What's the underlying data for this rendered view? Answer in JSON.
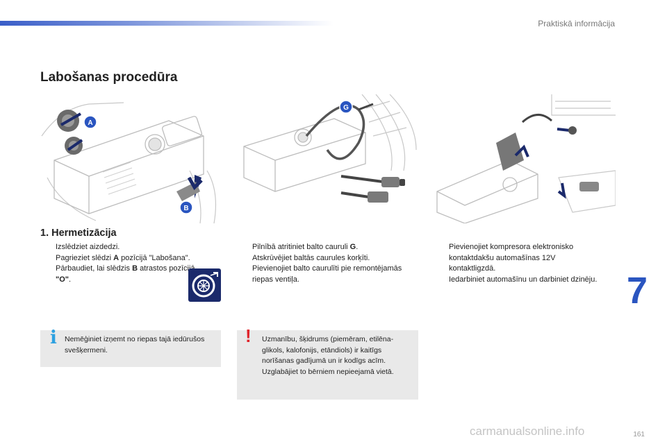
{
  "header": {
    "section_title": "Praktiskā informācija"
  },
  "page_title": "Labošanas procedūra",
  "illustrations": {
    "left": {
      "labels": [
        "A",
        "B"
      ]
    },
    "middle": {
      "labels": [
        "G"
      ]
    },
    "right": {
      "labels": []
    }
  },
  "section": {
    "title": "1. Hermetizācija"
  },
  "columns": {
    "left": [
      {
        "bullet": "",
        "parts": [
          {
            "t": "Izslēdziet aizdedzi."
          }
        ]
      },
      {
        "bullet": "",
        "parts": [
          {
            "t": "Pagrieziet slēdzi "
          },
          {
            "t": "A",
            "b": true
          },
          {
            "t": " pozīcijā \"Labošana\"."
          }
        ]
      },
      {
        "bullet": "",
        "parts": [
          {
            "t": "Pārbaudiet, lai slēdzis "
          },
          {
            "t": "B",
            "b": true
          },
          {
            "t": " atrastos pozīcijā "
          },
          {
            "t": "\"O\"",
            "b": true
          },
          {
            "t": "."
          }
        ]
      }
    ],
    "middle": [
      {
        "bullet": "",
        "parts": [
          {
            "t": "Pilnībā atritiniet balto cauruli "
          },
          {
            "t": "G",
            "b": true
          },
          {
            "t": "."
          }
        ]
      },
      {
        "bullet": "",
        "parts": [
          {
            "t": "Atskrūvējiet baltās caurules korķīti."
          }
        ]
      },
      {
        "bullet": "",
        "parts": [
          {
            "t": "Pievienojiet balto caurulīti pie remontējamās riepas ventiļa."
          }
        ]
      }
    ],
    "right": [
      {
        "bullet": "",
        "parts": [
          {
            "t": "Pievienojiet kompresora elektronisko kontaktdakšu automašīnas 12V kontaktligzdā."
          }
        ]
      },
      {
        "bullet": "",
        "parts": [
          {
            "t": "Iedarbiniet automašīnu un darbiniet dzinēju."
          }
        ]
      }
    ]
  },
  "notes": {
    "info": {
      "icon_char": "i",
      "icon": "info-icon",
      "color": "#2ca0e0",
      "text": "Nemēģiniet izņemt no riepas tajā iedūrušos svešķermeni."
    },
    "warning": {
      "icon_char": "!",
      "icon": "warning-icon",
      "color": "#e0232a",
      "text": "Uzmanību, šķidrums (piemēram, etilēna-glikols, kalofonijs, etāndiols) ir kaitīgs norīšanas gadījumā un ir kodīgs acīm. Uzglabājiet to bērniem nepieejamā vietā."
    }
  },
  "chapter_number": "7",
  "page_number": "161",
  "watermark": "carmanualsonline.info",
  "colors": {
    "accent": "#2a55c0",
    "callout": "#1b2a6b",
    "note_bg": "#e9e9e9"
  }
}
